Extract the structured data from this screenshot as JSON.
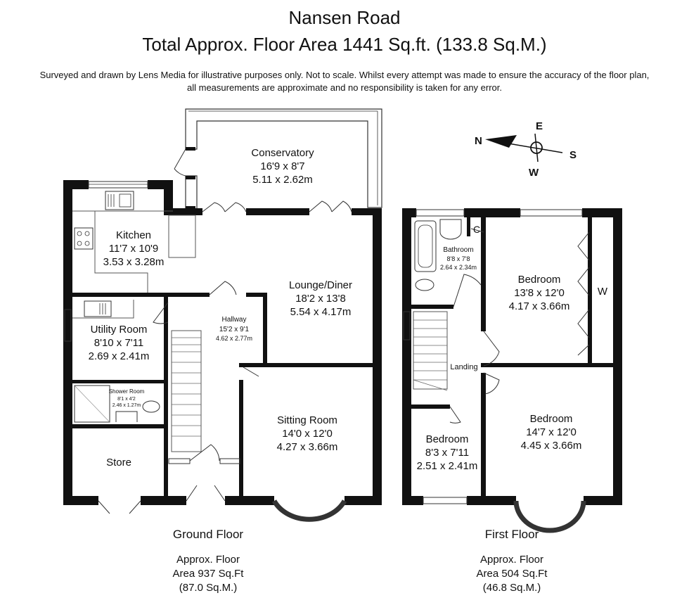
{
  "header": {
    "title": "Nansen Road",
    "subtitle": "Total Approx. Floor Area 1441 Sq.ft. (133.8 Sq.M.)",
    "disclaimer_line1": "Surveyed and drawn by Lens Media for illustrative purposes only. Not to scale. Whilst every attempt was made to ensure the accuracy of the floor plan,",
    "disclaimer_line2": "all measurements are approximate and no responsibility is taken for any error."
  },
  "compass": {
    "n": "N",
    "e": "E",
    "s": "S",
    "w": "W"
  },
  "ground_floor": {
    "name": "Ground Floor",
    "area_line1": "Approx. Floor",
    "area_line2": "Area 937 Sq.Ft",
    "area_line3": "(87.0 Sq.M.)",
    "rooms": {
      "conservatory": {
        "name": "Conservatory",
        "imperial": "16'9 x 8'7",
        "metric": "5.11 x 2.62m"
      },
      "kitchen": {
        "name": "Kitchen",
        "imperial": "11'7 x 10'9",
        "metric": "3.53 x 3.28m"
      },
      "lounge": {
        "name": "Lounge/Diner",
        "imperial": "18'2 x 13'8",
        "metric": "5.54 x 4.17m"
      },
      "hallway": {
        "name": "Hallway",
        "imperial": "15'2 x 9'1",
        "metric": "4.62 x 2.77m"
      },
      "utility": {
        "name": "Utility Room",
        "imperial": "8'10 x 7'11",
        "metric": "2.69 x 2.41m"
      },
      "shower": {
        "name": "Shower Room",
        "imperial": "8'1 x 4'2",
        "metric": "2.46 x 1.27m"
      },
      "sitting": {
        "name": "Sitting Room",
        "imperial": "14'0 x 12'0",
        "metric": "4.27 x 3.66m"
      },
      "store": {
        "name": "Store"
      }
    }
  },
  "first_floor": {
    "name": "First Floor",
    "area_line1": "Approx. Floor",
    "area_line2": "Area 504 Sq.Ft",
    "area_line3": "(46.8 Sq.M.)",
    "rooms": {
      "bathroom": {
        "name": "Bathroom",
        "imperial": "8'8 x 7'8",
        "metric": "2.64 x 2.34m"
      },
      "cupboard": {
        "name": "C"
      },
      "bedroom1": {
        "name": "Bedroom",
        "imperial": "13'8 x 12'0",
        "metric": "4.17 x 3.66m"
      },
      "wardrobe": {
        "name": "W"
      },
      "landing": {
        "name": "Landing"
      },
      "bedroom2": {
        "name": "Bedroom",
        "imperial": "14'7 x 12'0",
        "metric": "4.45 x 3.66m"
      },
      "bedroom3": {
        "name": "Bedroom",
        "imperial": "8'3 x 7'11",
        "metric": "2.51 x 2.41m"
      }
    }
  }
}
